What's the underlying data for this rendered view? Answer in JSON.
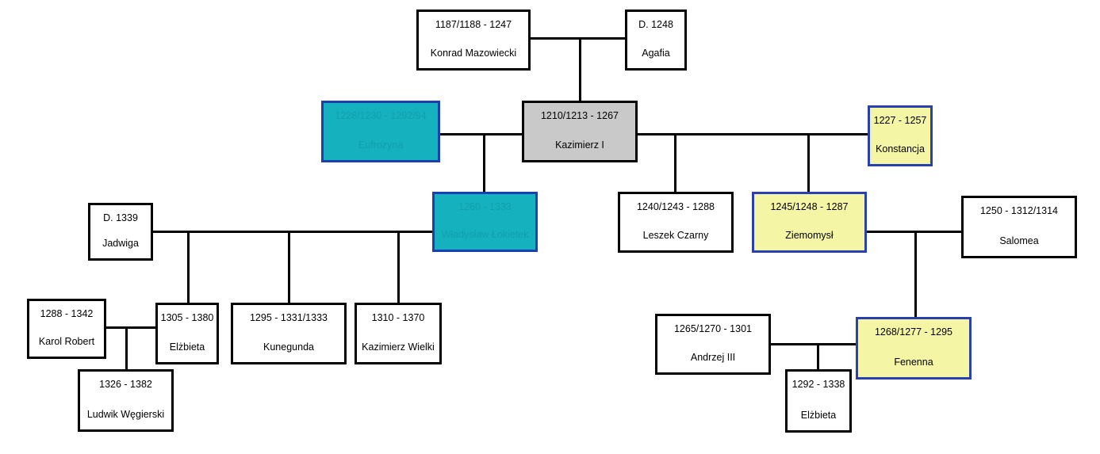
{
  "colors": {
    "line": "#000000",
    "default_fill": "#ffffff",
    "gray_fill": "#c9c9c9",
    "teal_fill": "#15b1bf",
    "yellow_fill": "#f5f5a6",
    "highlight_border": "#1c3fb0"
  },
  "people": {
    "konrad": {
      "dates": "1187/1188 - 1247",
      "name": "Konrad Mazowiecki"
    },
    "agafia": {
      "dates": "D. 1248",
      "name": "Agafia"
    },
    "eufrozyna": {
      "dates": "1228/1230 - 1292/94",
      "name": "Eufrozyna"
    },
    "kazimierz1": {
      "dates": "1210/1213 - 1267",
      "name": "Kazimierz I"
    },
    "konstancja": {
      "dates": "1227 - 1257",
      "name": "Konstancja"
    },
    "wladyslaw": {
      "dates": "1260 - 1333",
      "name": "Władysław Łokietek"
    },
    "leszek": {
      "dates": "1240/1243 - 1288",
      "name": "Leszek Czarny"
    },
    "ziemomysl": {
      "dates": "1245/1248 - 1287",
      "name": "Ziemomysł"
    },
    "salomea": {
      "dates": "1250 - 1312/1314",
      "name": "Salomea"
    },
    "jadwiga": {
      "dates": "D. 1339",
      "name": "Jadwiga"
    },
    "karol": {
      "dates": "1288 - 1342",
      "name": "Karol Robert"
    },
    "elzbieta1": {
      "dates": "1305 - 1380",
      "name": "Elżbieta"
    },
    "kunegunda": {
      "dates": "1295 - 1331/1333",
      "name": "Kunegunda"
    },
    "kazwielki": {
      "dates": "1310 - 1370",
      "name": "Kazimierz Wielki"
    },
    "ludwik": {
      "dates": "1326 - 1382",
      "name": "Ludwik Węgierski"
    },
    "andrzej": {
      "dates": "1265/1270 - 1301",
      "name": "Andrzej III"
    },
    "fenenna": {
      "dates": "1268/1277 - 1295",
      "name": "Fenenna"
    },
    "elzbieta2": {
      "dates": "1292 - 1338",
      "name": "Elżbieta"
    }
  }
}
